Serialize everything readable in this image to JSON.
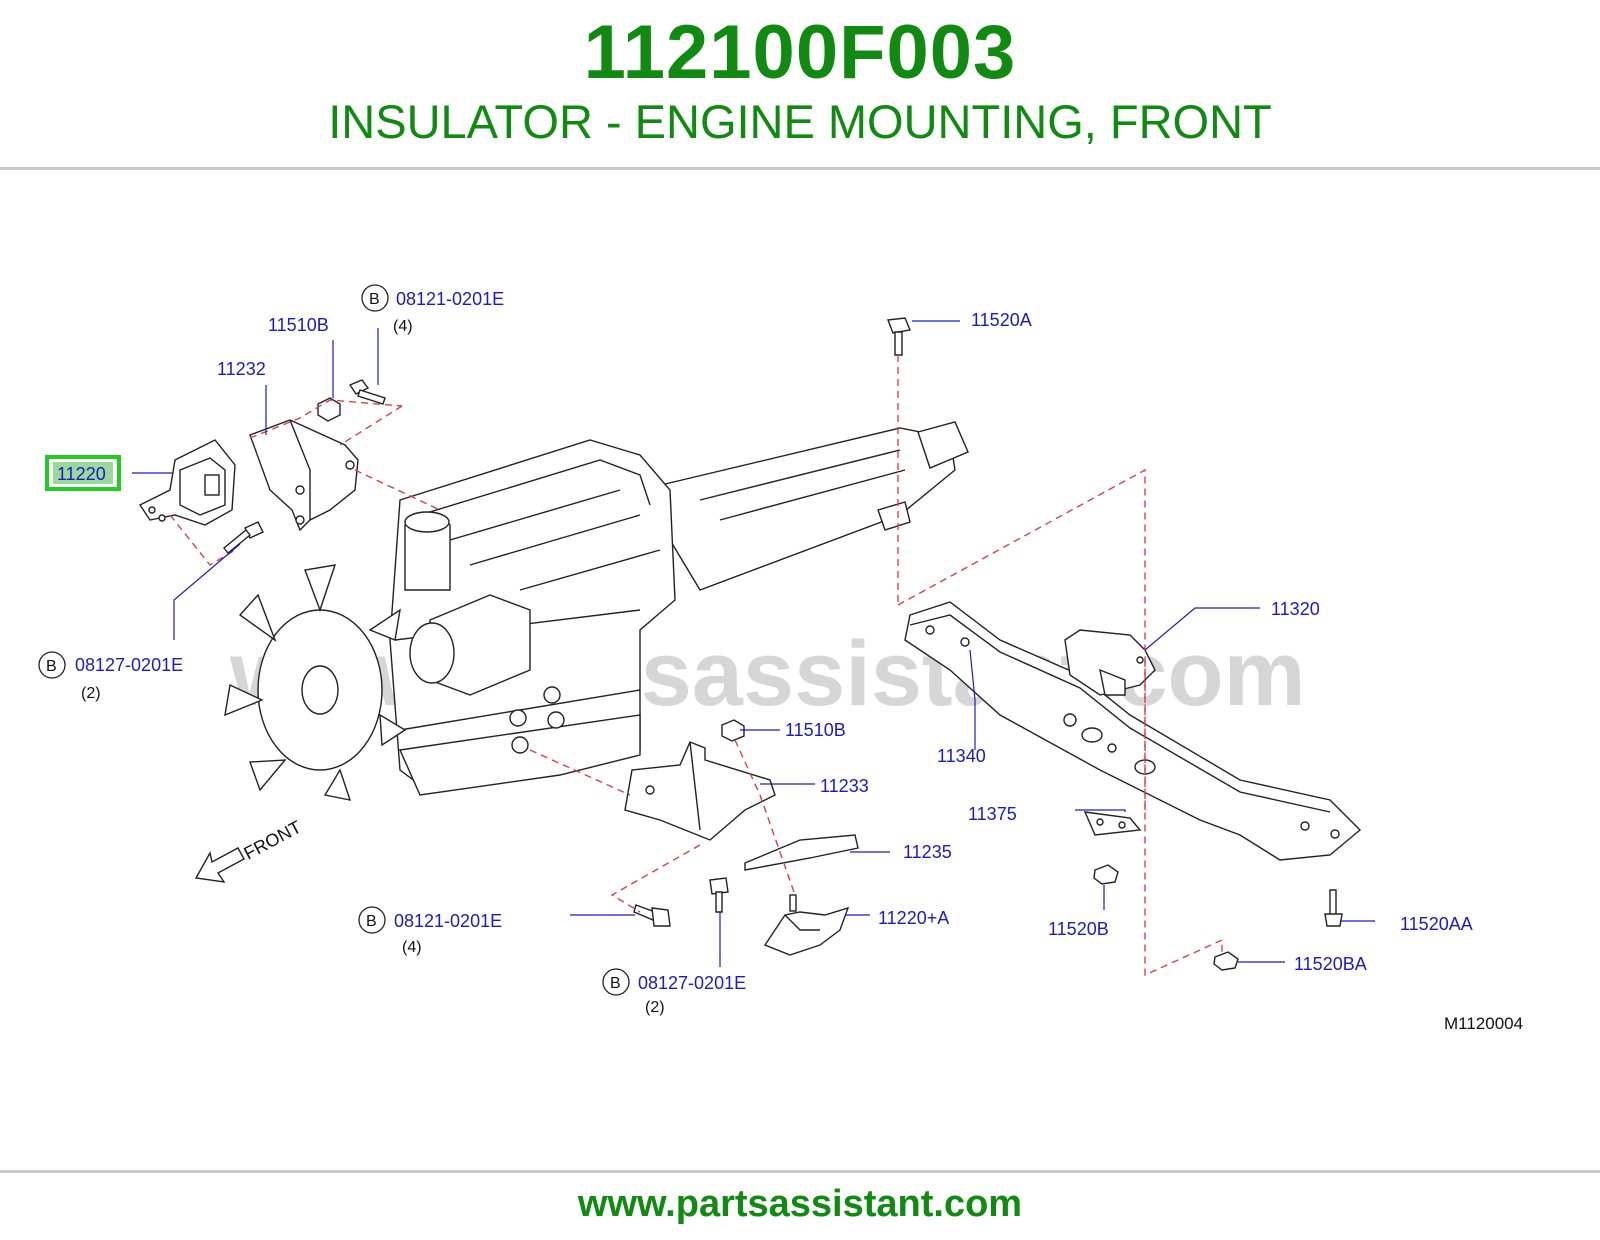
{
  "header": {
    "part_number": "112100F003",
    "title": "INSULATOR - ENGINE MOUNTING, FRONT"
  },
  "diagram": {
    "watermark": "www.partsassistant.com",
    "ref_code": "M1120004",
    "front_label": "FRONT",
    "callouts": {
      "c11220": "11220",
      "c11232": "11232",
      "c11510b_top": "11510B",
      "c08121_top": "08121-0201E",
      "c08121_top_qty": "(4)",
      "c08127_left": "08127-0201E",
      "c08127_left_qty": "(2)",
      "c11520a": "11520A",
      "c11320": "11320",
      "c11340": "11340",
      "c11510b_mid": "11510B",
      "c11233": "11233",
      "c11235": "11235",
      "c11220a": "11220+A",
      "c08121_bottom": "08121-0201E",
      "c08121_bottom_qty": "(4)",
      "c08127_bottom": "08127-0201E",
      "c08127_bottom_qty": "(2)",
      "c11375": "11375",
      "c11520b": "11520B",
      "c11520aa": "11520AA",
      "c11520ba": "11520BA",
      "b_marker": "B"
    },
    "highlight_color": "#22cc22",
    "callout_color": "#1a1acc",
    "title_color": "#108a10"
  },
  "footer": {
    "url": "www.partsassistant.com"
  }
}
